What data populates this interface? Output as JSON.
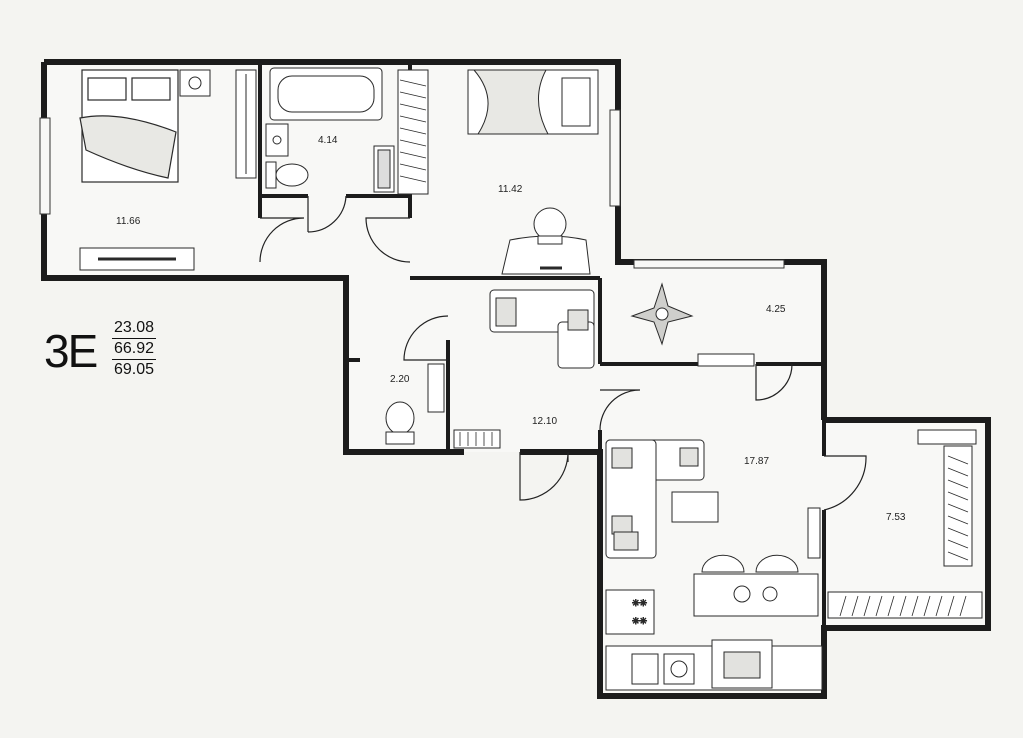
{
  "apartment": {
    "type": "3E",
    "living_area": "23.08",
    "total_area": "66.92",
    "total_area_with_balcony": "69.05"
  },
  "rooms": {
    "bedroom_left": "11.66",
    "bathroom": "4.14",
    "bedroom_right": "11.42",
    "balcony": "4.25",
    "toilet": "2.20",
    "hallway": "12.10",
    "kitchen_living": "17.87",
    "storage": "7.53"
  },
  "colors": {
    "wall": "#1c1c1c",
    "wall_fill": "#5a5a5a",
    "floor": "#f7f7f5",
    "background": "#f4f4f1",
    "furniture_stroke": "#2a2a2a"
  }
}
